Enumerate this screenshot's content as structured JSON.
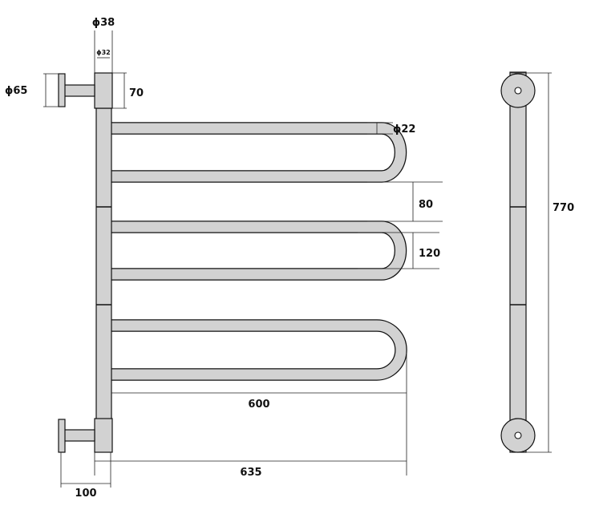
{
  "colors": {
    "pipe": "#d2d2d2",
    "pipe_outline": "#111111",
    "dimension": "#222222",
    "text": "#111111"
  },
  "labels": {
    "collector_outer_dia": "ϕ38",
    "collector_inner_dia": "ϕ32",
    "bracket_flange_dia": "ϕ65",
    "bracket_height": "70",
    "loop_pipe_dia": "ϕ22",
    "loop_gap": "80",
    "loop_height": "120",
    "loop_length": "600",
    "overall_length": "635",
    "bracket_projection": "100",
    "overall_height": "770"
  }
}
